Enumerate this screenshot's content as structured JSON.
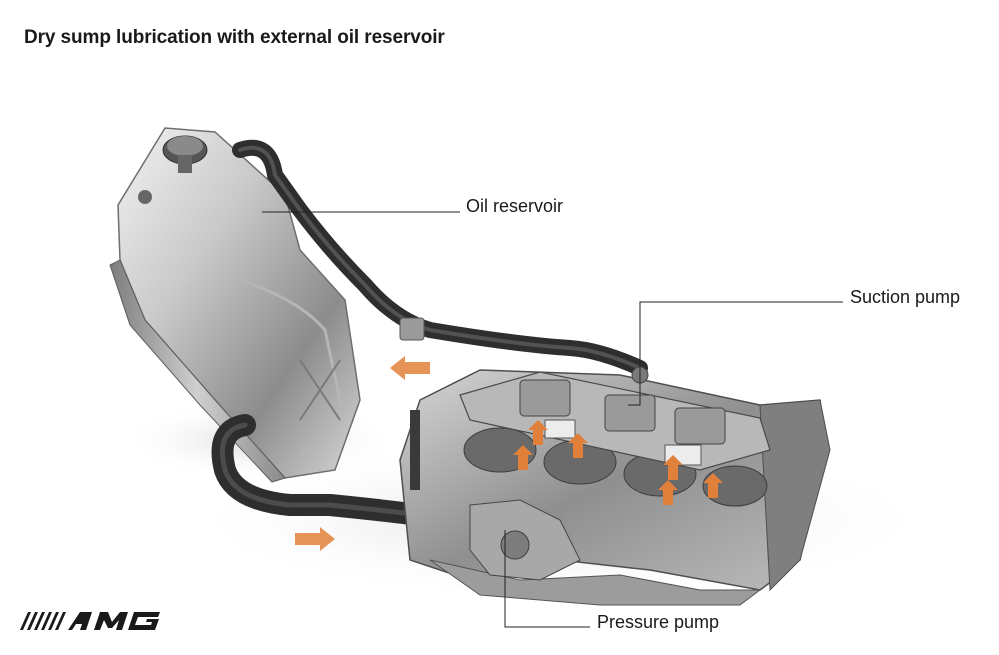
{
  "title": "Dry sump lubrication with external oil reservoir",
  "callouts": {
    "oil_reservoir": "Oil reservoir",
    "suction_pump": "Suction pump",
    "pressure_pump": "Pressure pump"
  },
  "logo": {
    "text": "AMG",
    "icon": "amg-logo-icon"
  },
  "colors": {
    "flow_arrow": "#e0803a",
    "metal": "#9a9a9a",
    "hose": "#3a3a3a"
  }
}
